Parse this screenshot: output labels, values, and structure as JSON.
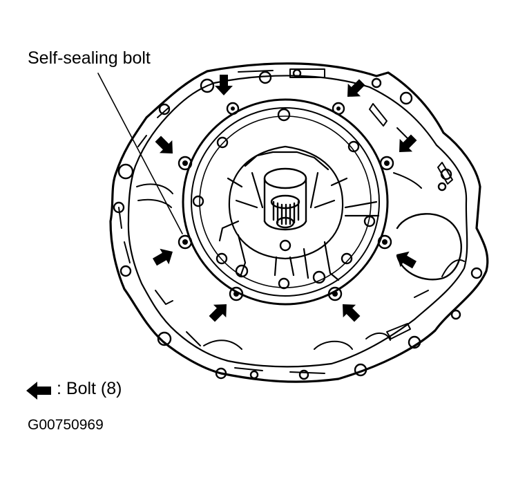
{
  "callout": {
    "text": "Self-sealing bolt"
  },
  "legend": {
    "icon": "bolt-arrow-icon",
    "text": ": Bolt (8)"
  },
  "figure_id": "G00750969",
  "colors": {
    "ink": "#000000",
    "paper": "#ffffff"
  }
}
